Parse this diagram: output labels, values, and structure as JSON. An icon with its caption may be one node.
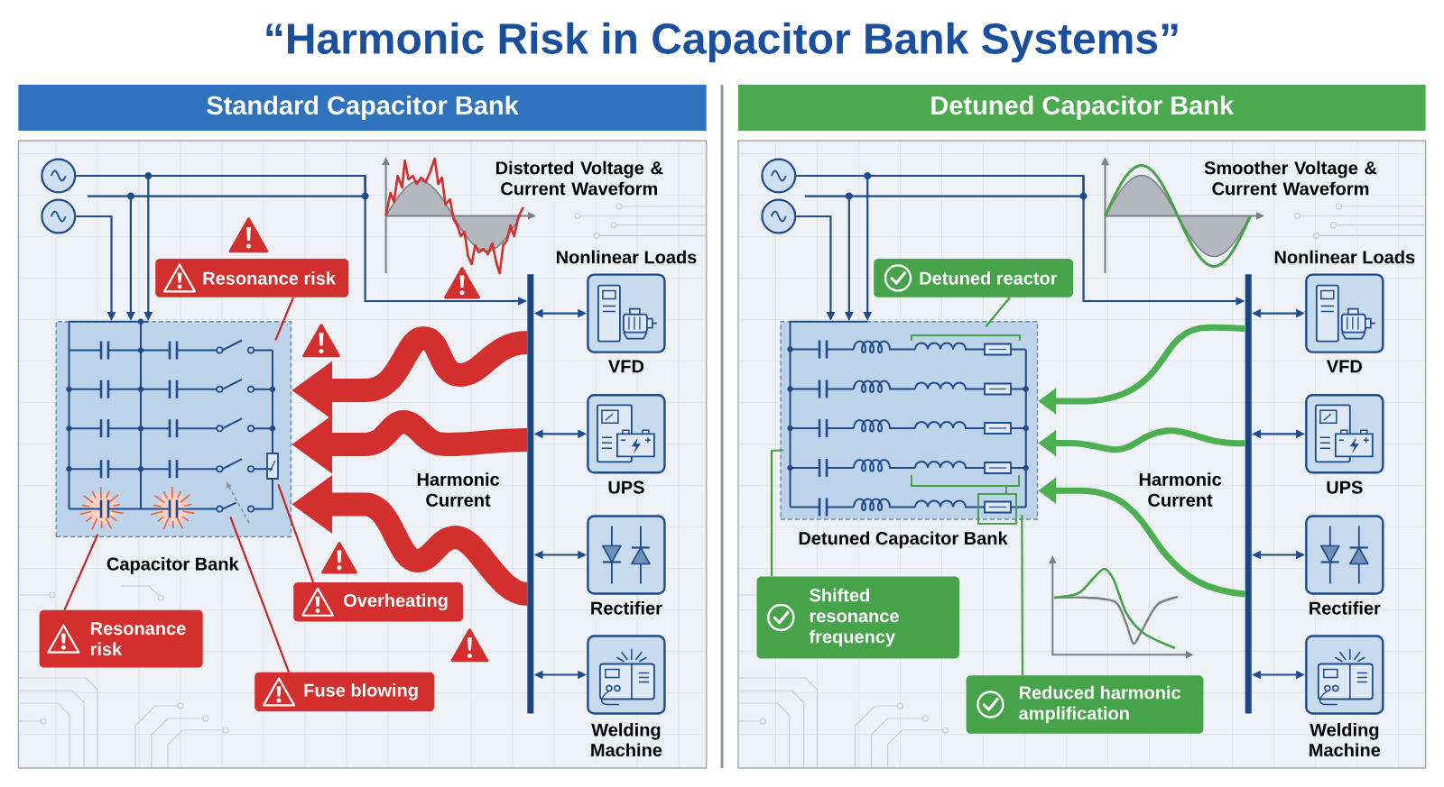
{
  "diagram": {
    "title": "“Harmonic Risk in Capacitor Bank Systems”",
    "nodes": [
      {
        "text": [
          "Standard Capacitor Bank"
        ]
      },
      {
        "text": [],
        "shape": "circle",
        "in": 0
      },
      {
        "text": [],
        "shape": "circle",
        "in": 0
      },
      {
        "text": [
          "Capacitor Bank"
        ],
        "in": 0
      },
      {
        "text": [
          "Resonance risk"
        ],
        "in": 0
      },
      {
        "text": [],
        "shape": "bar",
        "in": 0
      },
      {
        "text": [
          "VFD"
        ],
        "in": 0
      },
      {
        "text": [
          "UPS"
        ],
        "in": 0
      },
      {
        "text": [
          "Rectifier"
        ],
        "in": 0
      },
      {
        "text": [
          "Welding Machine"
        ],
        "in": 0
      },
      {
        "text": [
          "Overheating"
        ],
        "in": 0
      },
      {
        "text": [
          "Resonance risk"
        ],
        "in": 0
      },
      {
        "text": [
          "Fuse blowing"
        ],
        "in": 0
      },
      {
        "text": [
          "Detuned Capacitor Bank"
        ]
      },
      {
        "text": [],
        "shape": "circle",
        "in": 13
      },
      {
        "text": [],
        "shape": "circle",
        "in": 13
      },
      {
        "text": [
          "Detuned reactor"
        ],
        "in": 13
      },
      {
        "text": [
          "Detuned Capacitor Bank"
        ],
        "in": 13
      },
      {
        "text": [],
        "shape": "bar",
        "in": 13
      },
      {
        "text": [
          "VFD"
        ],
        "in": 13
      },
      {
        "text": [
          "UPS"
        ],
        "in": 13
      },
      {
        "text": [
          "Rectifier"
        ],
        "in": 13
      },
      {
        "text": [
          "Welding Machine"
        ],
        "in": 13
      },
      {
        "text": [
          "Shifted resonance frequency"
        ],
        "in": 13
      },
      {
        "text": [
          "Reduced harmonic amplification"
        ],
        "in": 13
      }
    ],
    "edges": [
      {
        "from": 1,
        "to": 5,
        "arrow": "to"
      },
      {
        "from": 1,
        "to": 3,
        "arrow": "to"
      },
      {
        "from": 1,
        "to": 3,
        "arrow": "to"
      },
      {
        "from": 2,
        "to": 3,
        "arrow": "to"
      },
      {
        "from": 5,
        "to": 6,
        "arrow": "both"
      },
      {
        "from": 5,
        "to": 7,
        "arrow": "both"
      },
      {
        "from": 5,
        "to": 8,
        "arrow": "both"
      },
      {
        "from": 5,
        "to": 9,
        "arrow": "both"
      },
      {
        "from": 5,
        "to": 3,
        "arrow": "to",
        "style": "thick",
        "color": "#d32f2f"
      },
      {
        "from": 5,
        "to": 3,
        "arrow": "to",
        "style": "thick",
        "color": "#d32f2f"
      },
      {
        "from": 5,
        "to": 3,
        "arrow": "to",
        "style": "thick",
        "color": "#d32f2f"
      },
      {
        "from": 4,
        "to": 3,
        "arrow": "none",
        "color": "#c62828"
      },
      {
        "from": 10,
        "to": 3,
        "arrow": "none",
        "color": "#c62828"
      },
      {
        "from": 11,
        "to": 3,
        "arrow": "none",
        "color": "#c62828"
      },
      {
        "from": 12,
        "to": 3,
        "arrow": "none",
        "color": "#c62828"
      },
      {
        "from": 14,
        "to": 18,
        "arrow": "to"
      },
      {
        "from": 14,
        "to": 17,
        "arrow": "to"
      },
      {
        "from": 14,
        "to": 17,
        "arrow": "to"
      },
      {
        "from": 15,
        "to": 17,
        "arrow": "to"
      },
      {
        "from": 18,
        "to": 19,
        "arrow": "both"
      },
      {
        "from": 18,
        "to": 20,
        "arrow": "both"
      },
      {
        "from": 18,
        "to": 21,
        "arrow": "both"
      },
      {
        "from": 18,
        "to": 22,
        "arrow": "both"
      },
      {
        "from": 18,
        "to": 17,
        "arrow": "to",
        "style": "thick",
        "color": "#4caf50"
      },
      {
        "from": 18,
        "to": 17,
        "arrow": "to",
        "style": "thick",
        "color": "#4caf50"
      },
      {
        "from": 18,
        "to": 17,
        "arrow": "to",
        "style": "thick",
        "color": "#4caf50"
      },
      {
        "from": 16,
        "to": 17,
        "arrow": "none",
        "color": "#43a047"
      },
      {
        "from": 23,
        "to": 17,
        "arrow": "none",
        "color": "#43a047"
      },
      {
        "from": 24,
        "to": 17,
        "arrow": "none",
        "color": "#43a047"
      }
    ],
    "labels": [
      "Distorted Voltage & Current Waveform",
      "Nonlinear Loads",
      "Harmonic Current",
      "Smoother Voltage & Current Waveform",
      "Nonlinear Loads",
      "Harmonic Current"
    ]
  }
}
